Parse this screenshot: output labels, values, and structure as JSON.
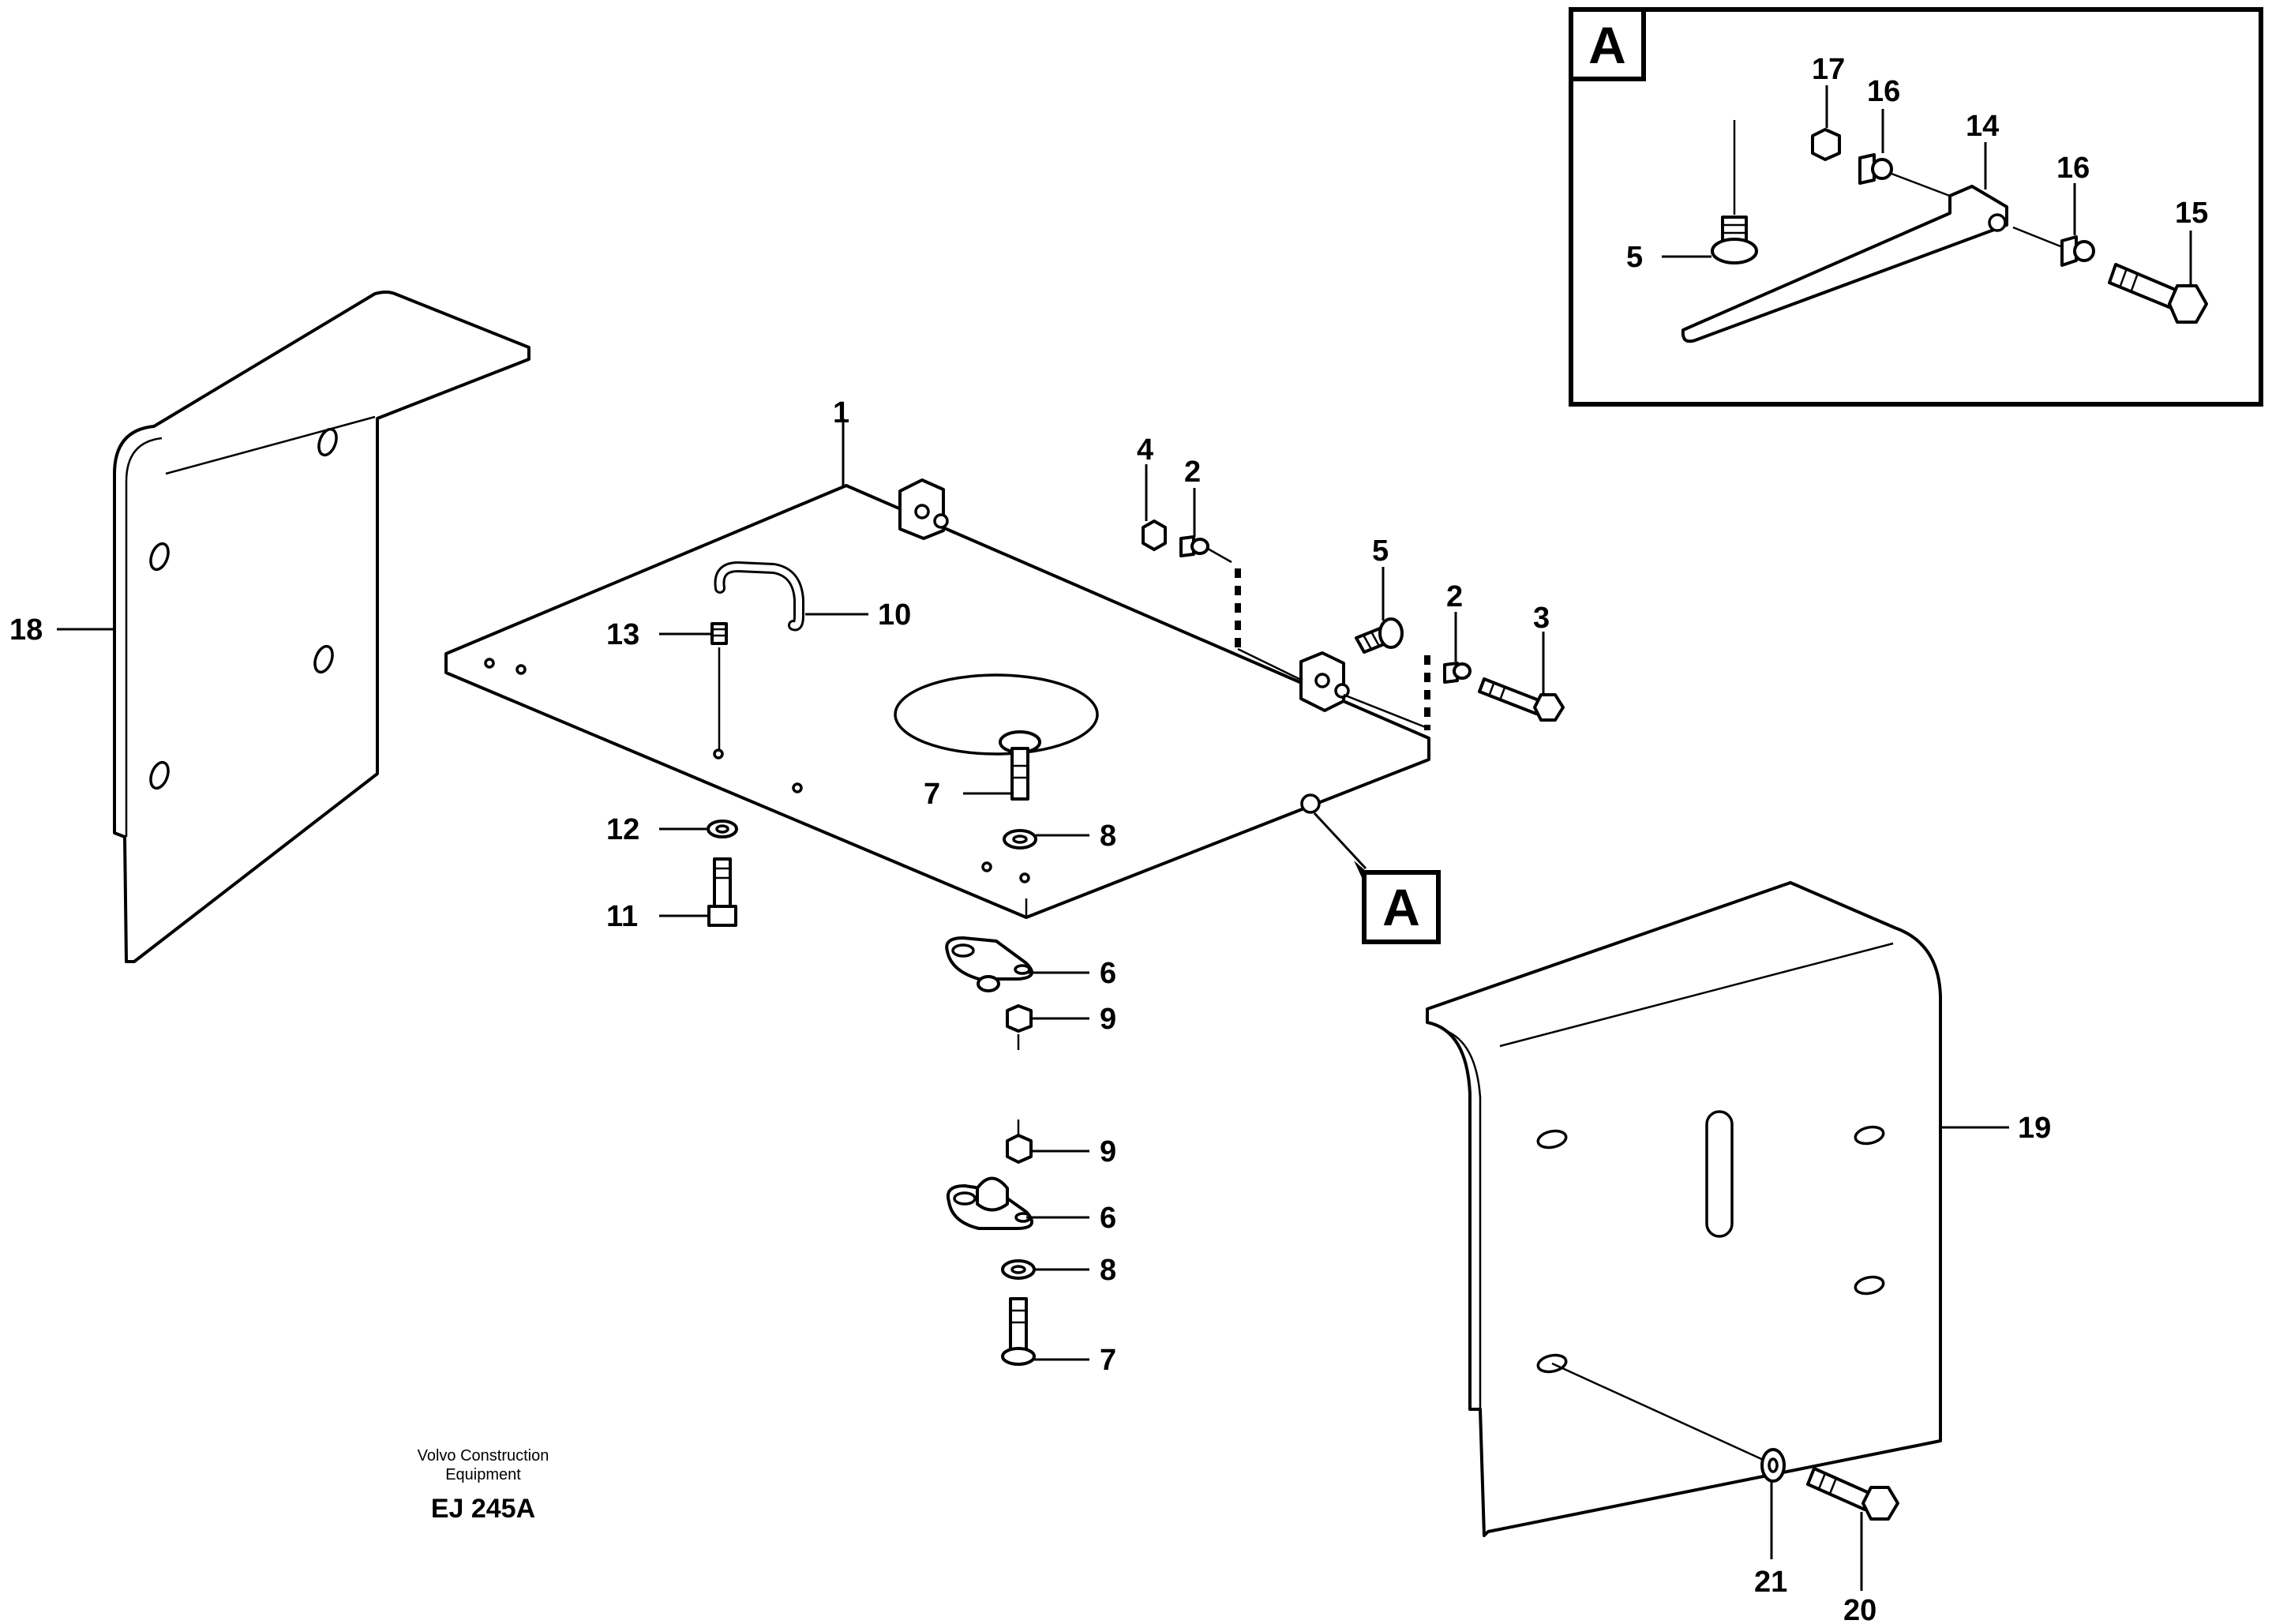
{
  "diagram": {
    "callouts": {
      "c1": "1",
      "c2a": "2",
      "c2b": "2",
      "c3": "3",
      "c4": "4",
      "c5a": "5",
      "c5b": "5",
      "c6a": "6",
      "c6b": "6",
      "c7a": "7",
      "c7b": "7",
      "c8a": "8",
      "c8b": "8",
      "c9a": "9",
      "c9b": "9",
      "c10": "10",
      "c11": "11",
      "c12": "12",
      "c13": "13",
      "c14": "14",
      "c15": "15",
      "c16a": "16",
      "c16b": "16",
      "c17": "17",
      "c18": "18",
      "c19": "19",
      "c20": "20",
      "c21": "21"
    },
    "detail_marker": "A",
    "detail_box_label": "A",
    "footer": {
      "maker_line1": "Volvo Construction",
      "maker_line2": "Equipment",
      "code": "EJ 245A"
    }
  }
}
